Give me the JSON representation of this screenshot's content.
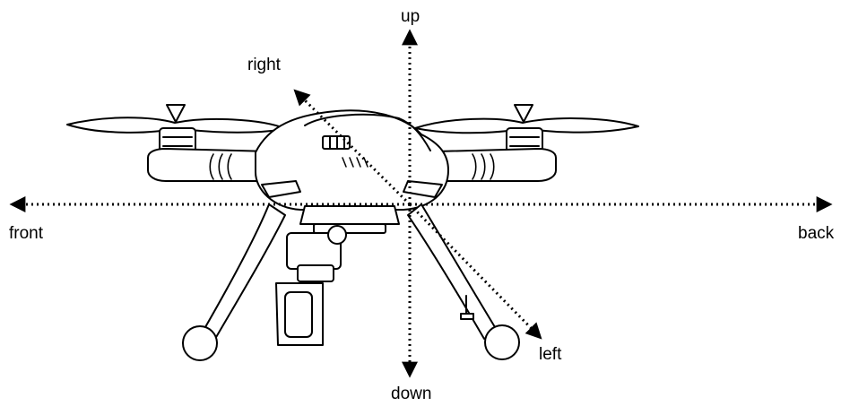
{
  "diagram": {
    "axis_labels": {
      "up": "up",
      "down": "down",
      "front": "front",
      "back": "back",
      "left": "left",
      "right": "right"
    },
    "colors": {
      "ink": "#000000",
      "background": "#ffffff"
    }
  }
}
